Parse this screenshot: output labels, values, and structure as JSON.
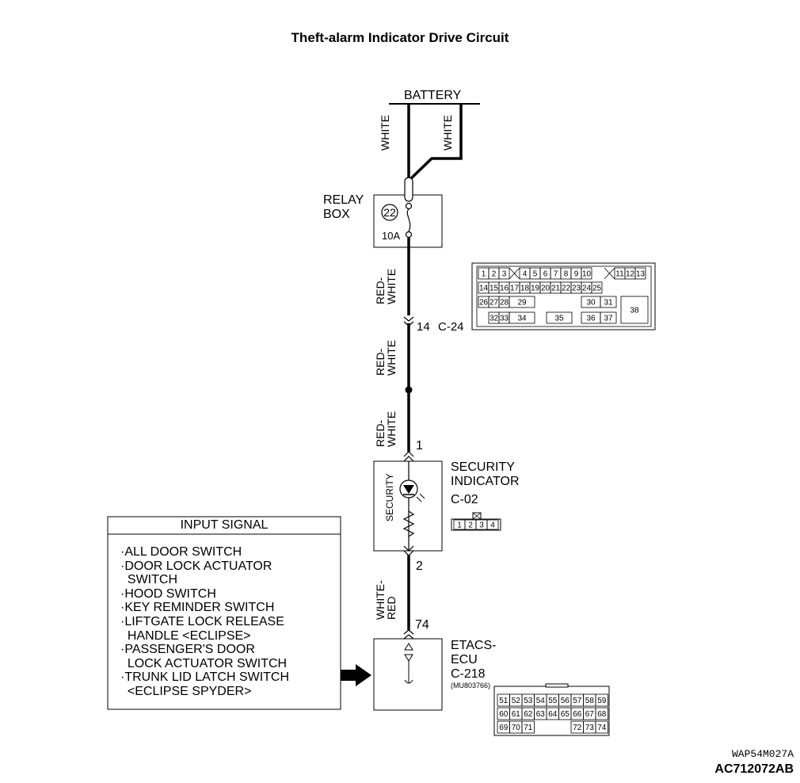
{
  "title": "Theft-alarm Indicator Drive Circuit",
  "battery_label": "BATTERY",
  "wire_colors": {
    "battery_left": "WHITE",
    "battery_right": "WHITE",
    "relay_out_1": "RED-\nWHITE",
    "relay_out_2": "RED-\nWHITE",
    "after_junction": "RED-\nWHITE",
    "indicator_to_ecu": "WHITE-\nRED"
  },
  "relay_box": {
    "label_line1": "RELAY",
    "label_line2": "BOX",
    "fuse_number": "22",
    "fuse_rating": "10A"
  },
  "connector_c24": {
    "pin_label": "14",
    "name": "C-24",
    "row1": [
      "1",
      "2",
      "3",
      "",
      "4",
      "5",
      "6",
      "7",
      "8",
      "9",
      "10",
      "",
      "11",
      "12",
      "13"
    ],
    "row2": [
      "14",
      "15",
      "16",
      "17",
      "18",
      "19",
      "20",
      "21",
      "22",
      "23",
      "24",
      "25"
    ],
    "row3": [
      "26",
      "27",
      "28",
      "29",
      "30",
      "31",
      "38"
    ],
    "row4": [
      "32",
      "33",
      "34",
      "35",
      "36",
      "37"
    ]
  },
  "security_indicator": {
    "pin_top": "1",
    "pin_bottom": "2",
    "label_line1": "SECURITY",
    "label_line2": "INDICATOR",
    "connector": "C-02",
    "inner_label": "SECURITY",
    "pins": [
      "1",
      "2",
      "3",
      "4"
    ]
  },
  "etacs_ecu": {
    "pin": "74",
    "label_line1": "ETACS-",
    "label_line2": "ECU",
    "connector": "C-218",
    "part_number": "(MU803766)",
    "pins_row1": [
      "51",
      "52",
      "53",
      "54",
      "55",
      "56",
      "57",
      "58",
      "59"
    ],
    "pins_row2": [
      "60",
      "61",
      "62",
      "63",
      "64",
      "65",
      "66",
      "67",
      "68"
    ],
    "pins_row3": [
      "69",
      "70",
      "71",
      "72",
      "73",
      "74"
    ]
  },
  "input_signal": {
    "header": "INPUT SIGNAL",
    "lines": [
      "·ALL DOOR SWITCH",
      "·DOOR LOCK ACTUATOR",
      "  SWITCH",
      "·HOOD SWITCH",
      "·KEY REMINDER SWITCH",
      "·LIFTGATE LOCK RELEASE",
      "  HANDLE <ECLIPSE>",
      "·PASSENGER'S DOOR",
      "  LOCK ACTUATOR SWITCH",
      "·TRUNK LID LATCH SWITCH",
      "  <ECLIPSE SPYDER>"
    ]
  },
  "codes": {
    "drawing_code": "WAP54M027A",
    "ac_code": "AC712072AB"
  }
}
